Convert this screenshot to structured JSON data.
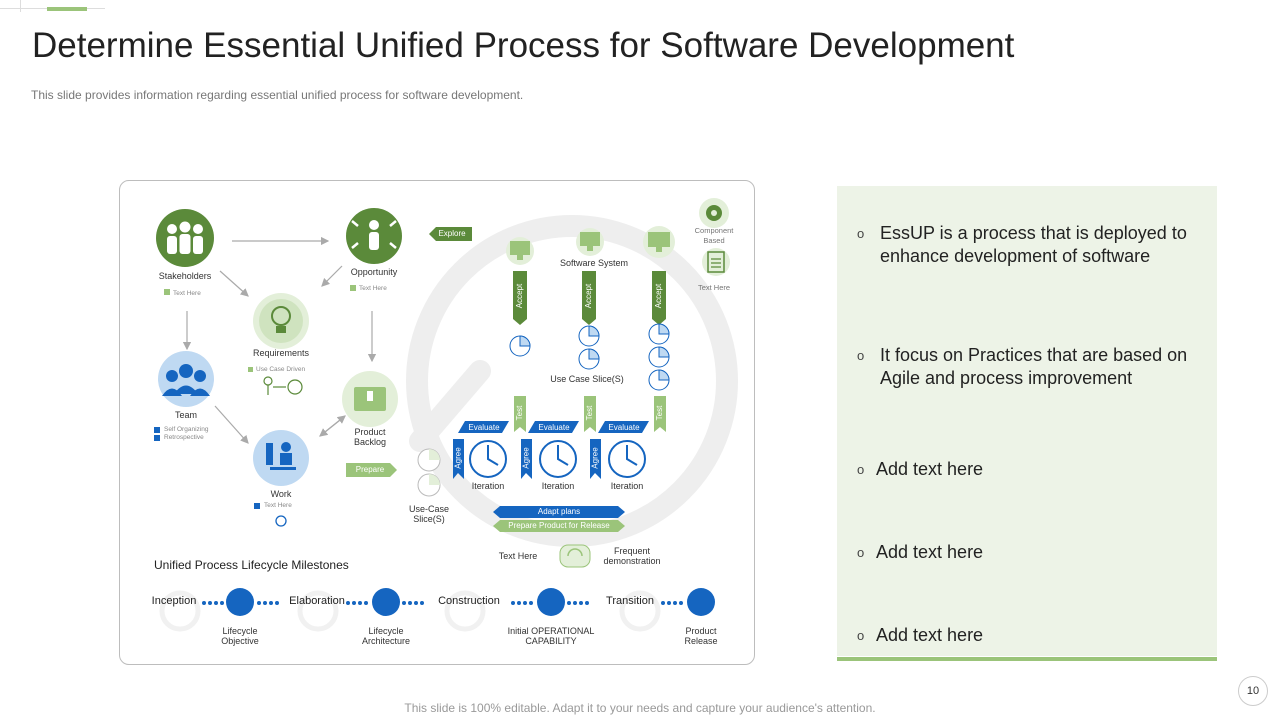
{
  "slide": {
    "title": "Determine Essential Unified Process for Software Development",
    "subtitle": "This slide provides information regarding essential unified process for software development.",
    "footer": "This slide is 100% editable. Adapt it to your needs and capture your audience's attention.",
    "page_number": "10"
  },
  "colors": {
    "green_dark": "#5b8a3a",
    "green_light": "#9bc47a",
    "blue": "#1565c0",
    "panel_bg": "#edf3e7"
  },
  "diagram": {
    "nodes": {
      "stakeholders": "Stakeholders",
      "stakeholders_note": "Text Here",
      "opportunity": "Opportunity",
      "opportunity_note": "Text Here",
      "requirements": "Requirements",
      "requirements_note": "Use Case Driven",
      "team": "Team",
      "team_note_1": "Self Organizing",
      "team_note_2": "Retrospective",
      "work": "Work",
      "work_note": "Text Here",
      "product_backlog": "Product\nBacklog",
      "use_case_slices_left": "Use-Case\nSlice(S)",
      "software_system": "Software System",
      "component_based": "Component\nBased",
      "text_here_right": "Text Here",
      "use_case_slices_mid": "Use Case Slice(S)",
      "text_here_bottom": "Text Here",
      "frequent_demo": "Frequent\ndemonstration"
    },
    "tags": {
      "explore": "Explore",
      "prepare": "Prepare",
      "accept": "Accept",
      "test": "Test",
      "evaluate": "Evaluate",
      "agree": "Agree",
      "iteration": "Iteration",
      "adapt_plans": "Adapt plans",
      "prepare_release": "Prepare Product for Release"
    },
    "milestones": {
      "heading": "Unified Process Lifecycle Milestones",
      "phases": [
        "Inception",
        "Elaboration",
        "Construction",
        "Transition"
      ],
      "outcomes": [
        "Lifecycle\nObjective",
        "Lifecycle\nArchitecture",
        "Initial OPERATIONAL\nCAPABILITY",
        "Product\nRelease"
      ]
    }
  },
  "bullets": [
    {
      "marker": "o",
      "text": "EssUP is a process that is deployed to enhance development of software"
    },
    {
      "marker": "o",
      "text": "It focus on Practices that are based on Agile and process improvement"
    },
    {
      "marker": "o",
      "text": "Add text here"
    },
    {
      "marker": "o",
      "text": "Add text here"
    },
    {
      "marker": "o",
      "text": "Add text here"
    }
  ]
}
